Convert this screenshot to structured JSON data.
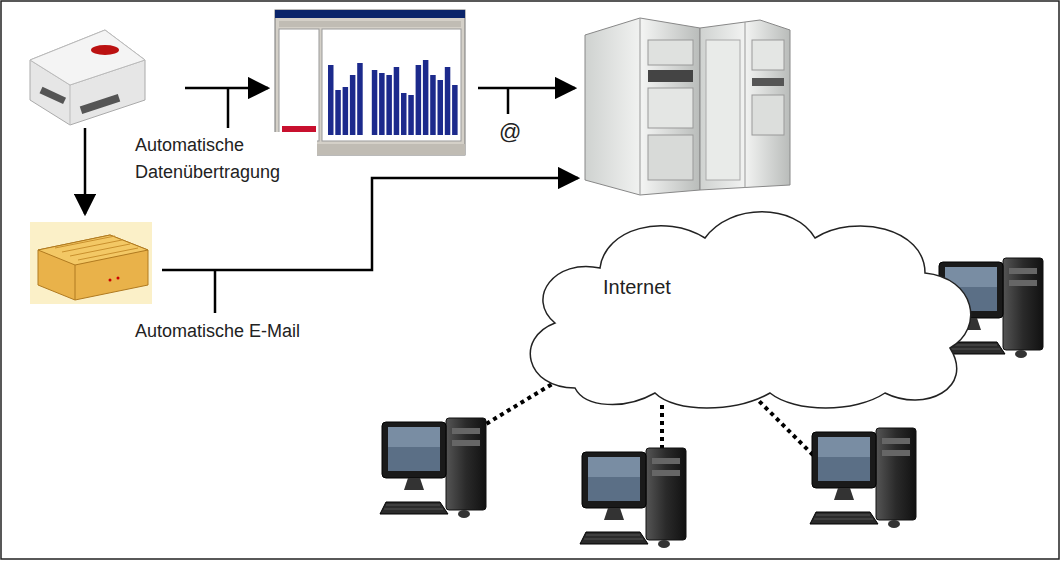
{
  "diagram": {
    "nodes": [
      {
        "text": [
          "Internet"
        ]
      }
    ],
    "labels": [
      "Automatische Datenübertragung",
      "@",
      "Automatische E-Mail"
    ]
  }
}
